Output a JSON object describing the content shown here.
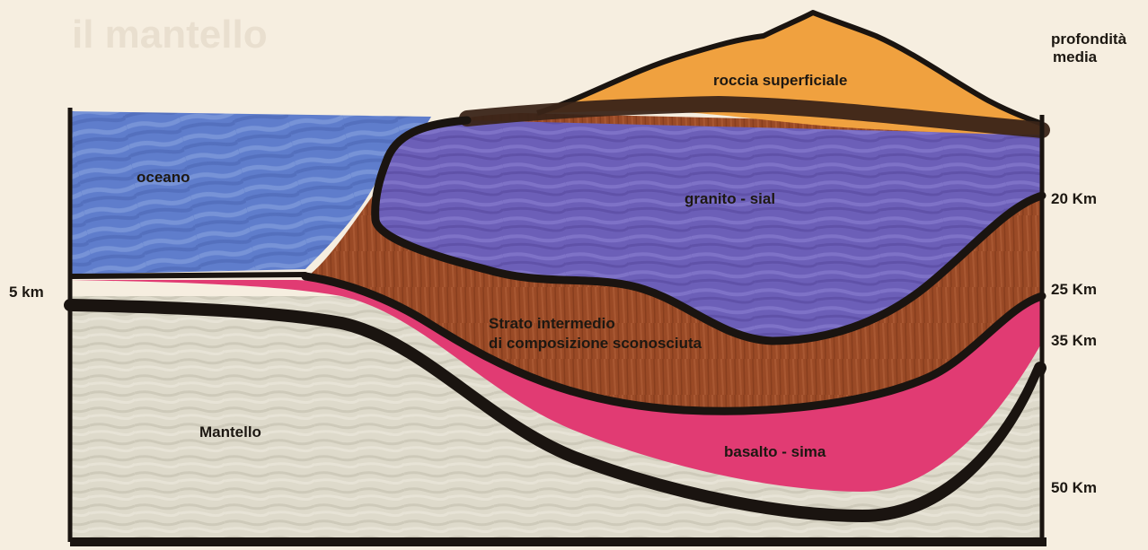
{
  "diagram": {
    "layers": {
      "ocean": "oceano",
      "surface_rock": "roccia superficiale",
      "granite": "granito - sial",
      "intermediate_line1": "Strato intermedio",
      "intermediate_line2": "di composizione sconosciuta",
      "mantle": "Mantello",
      "basalt": "basalto - sima"
    },
    "depth_header_line1": "profondità",
    "depth_header_line2": "media",
    "depths": {
      "left_5km": "5 km",
      "d20": "20 Km",
      "d25": "25 Km",
      "d35": "35 Km",
      "d50": "50 Km"
    },
    "background_text": {
      "heading": "il mantello"
    },
    "colors": {
      "ocean": "#5b77c8",
      "surface_rock": "#f0a040",
      "granite": "#6a5cb6",
      "intermediate": "#9b4a28",
      "basalt": "#e23a74",
      "mantle": "#dcd8c8",
      "outline": "#1a1410"
    }
  }
}
